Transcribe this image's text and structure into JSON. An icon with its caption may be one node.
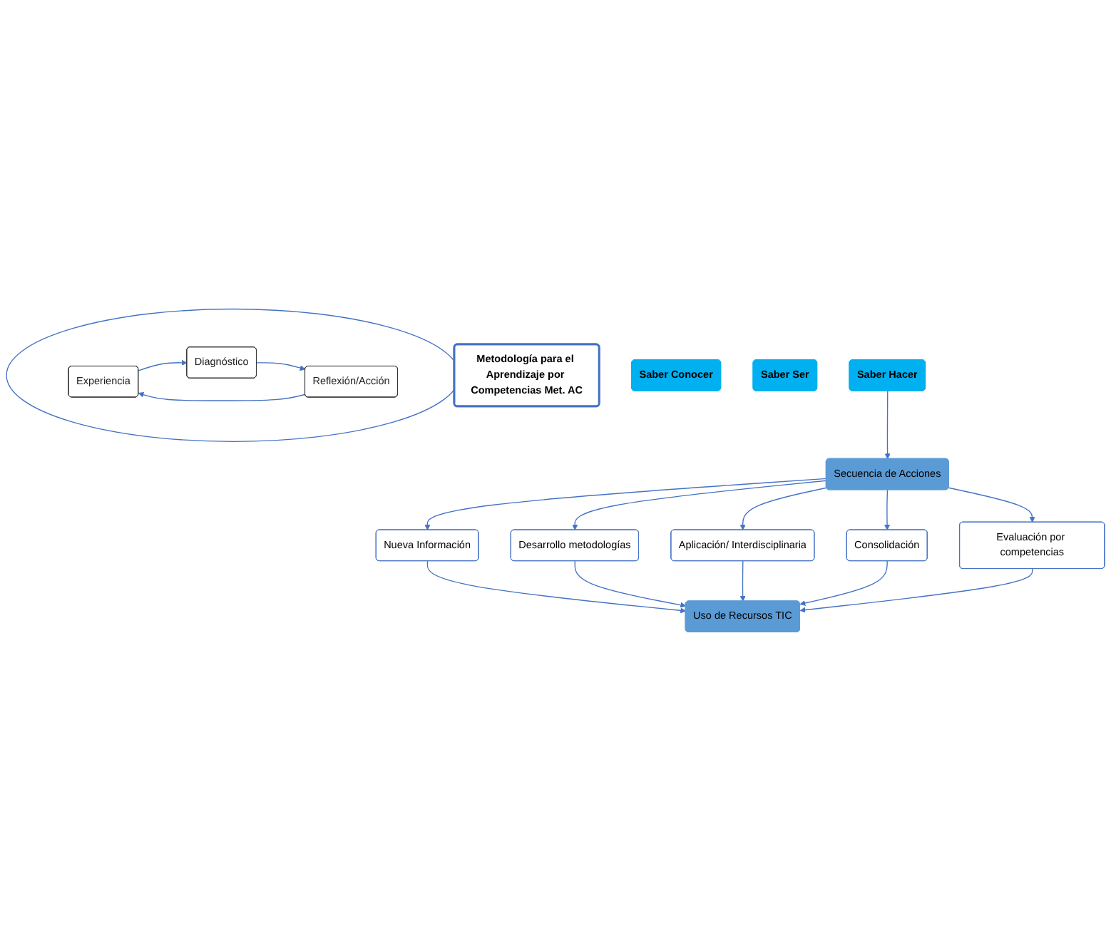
{
  "diagram": {
    "nodes": [
      {
        "text": [
          "Metodología para el Aprendizaje por Competencias Met. AC"
        ]
      },
      {
        "text": [],
        "shape": "ellipse"
      },
      {
        "text": [
          "Saber Conocer"
        ]
      },
      {
        "text": [
          "Experiencia"
        ],
        "in": 1
      },
      {
        "text": [
          "Saber Ser"
        ]
      },
      {
        "text": [
          "Reflexión/Acción"
        ],
        "in": 1
      },
      {
        "text": [
          "Diagnóstico"
        ],
        "in": 1
      },
      {
        "text": [
          "Saber Hacer"
        ]
      },
      {
        "text": [
          "Secuencia de Acciones"
        ]
      },
      {
        "text": [
          "Nueva Información"
        ]
      },
      {
        "text": [
          "Desarrollo metodologías"
        ]
      },
      {
        "text": [
          "Aplicación/ Interdisciplinaria"
        ]
      },
      {
        "text": [
          "Consolidación"
        ]
      },
      {
        "text": [
          "Evaluación por competencias"
        ]
      },
      {
        "text": [
          "Uso de Recursos TIC"
        ]
      }
    ],
    "edges": [
      {
        "from": 3,
        "to": 6,
        "arrow": "to"
      },
      {
        "from": 6,
        "to": 5,
        "arrow": "to"
      },
      {
        "from": 5,
        "to": 3,
        "arrow": "to"
      },
      {
        "from": 7,
        "to": 8,
        "arrow": "to"
      },
      {
        "from": 8,
        "to": 9,
        "arrow": "to"
      },
      {
        "from": 8,
        "to": 10,
        "arrow": "to"
      },
      {
        "from": 8,
        "to": 11,
        "arrow": "to"
      },
      {
        "from": 8,
        "to": 12,
        "arrow": "to"
      },
      {
        "from": 8,
        "to": 13,
        "arrow": "to"
      },
      {
        "from": 9,
        "to": 14,
        "arrow": "to"
      },
      {
        "from": 10,
        "to": 14,
        "arrow": "to"
      },
      {
        "from": 11,
        "to": 14,
        "arrow": "to"
      },
      {
        "from": 12,
        "to": 14,
        "arrow": "to"
      },
      {
        "from": 13,
        "to": 14,
        "arrow": "to"
      }
    ]
  }
}
